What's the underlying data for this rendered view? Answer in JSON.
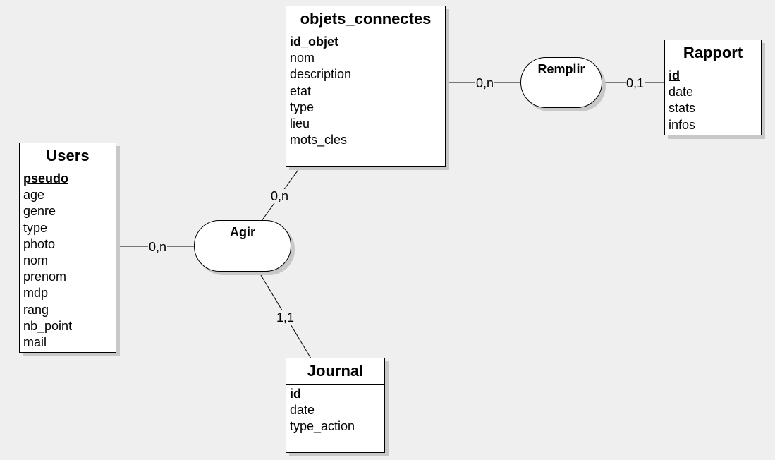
{
  "entities": {
    "objets_connectes": {
      "name": "objets_connectes",
      "key": "id_objet",
      "attributes": [
        "nom",
        "description",
        "etat",
        "type",
        "lieu",
        "mots_cles"
      ]
    },
    "rapport": {
      "name": "Rapport",
      "key": "id",
      "attributes": [
        "date",
        "stats",
        "infos"
      ]
    },
    "users": {
      "name": "Users",
      "key": "pseudo",
      "attributes": [
        "age",
        "genre",
        "type",
        "photo",
        "nom",
        "prenom",
        "mdp",
        "rang",
        "nb_point",
        "mail"
      ]
    },
    "journal": {
      "name": "Journal",
      "key": "id",
      "attributes": [
        "date",
        "type_action"
      ]
    }
  },
  "associations": {
    "remplir": {
      "name": "Remplir"
    },
    "agir": {
      "name": "Agir"
    }
  },
  "cardinalities": {
    "objets_remplir": "0,n",
    "remplir_rapport": "0,1",
    "objets_agir": "0,n",
    "users_agir": "0,n",
    "journal_agir": "1,1"
  }
}
